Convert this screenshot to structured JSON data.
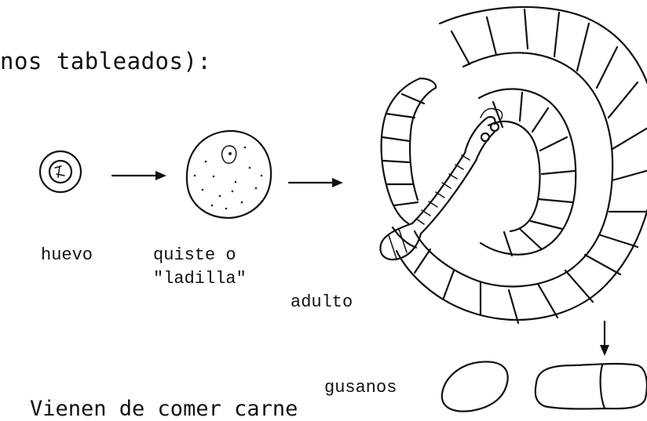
{
  "heading": "nos tableados):",
  "labels": {
    "egg": "huevo",
    "cyst_line1": "quiste o",
    "cyst_line2": "\"ladilla\"",
    "adult": "adulto",
    "worms": "gusanos"
  },
  "footer_text": "Vienen de comer carne"
}
